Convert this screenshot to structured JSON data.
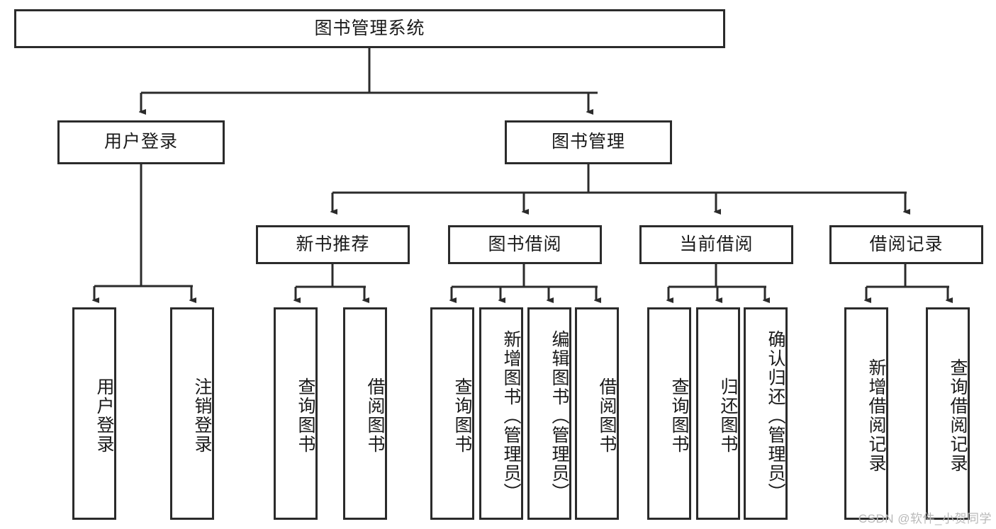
{
  "diagram": {
    "title": "图书管理系统",
    "type": "tree-hierarchy",
    "root": {
      "label": "图书管理系统"
    },
    "level2": [
      {
        "id": "user-login",
        "label": "用户登录"
      },
      {
        "id": "book-management",
        "label": "图书管理"
      }
    ],
    "level3": [
      {
        "id": "new-book-recommend",
        "label": "新书推荐",
        "parent": "book-management"
      },
      {
        "id": "book-borrow",
        "label": "图书借阅",
        "parent": "book-management"
      },
      {
        "id": "current-borrow",
        "label": "当前借阅",
        "parent": "book-management"
      },
      {
        "id": "borrow-record",
        "label": "借阅记录",
        "parent": "book-management"
      }
    ],
    "leaves": [
      {
        "id": "leaf-user-login",
        "label": "用户登录",
        "parent": "user-login"
      },
      {
        "id": "leaf-logout-login",
        "label": "注销登录",
        "parent": "user-login"
      },
      {
        "id": "leaf-query-book-1",
        "label": "查询图书",
        "parent": "new-book-recommend"
      },
      {
        "id": "leaf-borrow-book-1",
        "label": "借阅图书",
        "parent": "new-book-recommend"
      },
      {
        "id": "leaf-query-book-2",
        "label": "查询图书",
        "parent": "book-borrow"
      },
      {
        "id": "leaf-add-book",
        "label": "新增图书（管理员）",
        "parent": "book-borrow"
      },
      {
        "id": "leaf-edit-book",
        "label": "编辑图书（管理员）",
        "parent": "book-borrow"
      },
      {
        "id": "leaf-borrow-book-2",
        "label": "借阅图书",
        "parent": "book-borrow"
      },
      {
        "id": "leaf-query-book-3",
        "label": "查询图书",
        "parent": "current-borrow"
      },
      {
        "id": "leaf-return-book",
        "label": "归还图书",
        "parent": "current-borrow"
      },
      {
        "id": "leaf-confirm-return",
        "label": "确认归还（管理员）",
        "parent": "current-borrow"
      },
      {
        "id": "leaf-add-record",
        "label": "新增借阅记录",
        "parent": "borrow-record"
      },
      {
        "id": "leaf-query-record",
        "label": "查询借阅记录",
        "parent": "borrow-record"
      }
    ]
  },
  "watermark": {
    "text": "CSDN @软件_小贺同学"
  },
  "colors": {
    "stroke": "#2b2b2b",
    "background": "#ffffff",
    "text": "#1a1a1a",
    "watermark": "#b9b9b9"
  }
}
